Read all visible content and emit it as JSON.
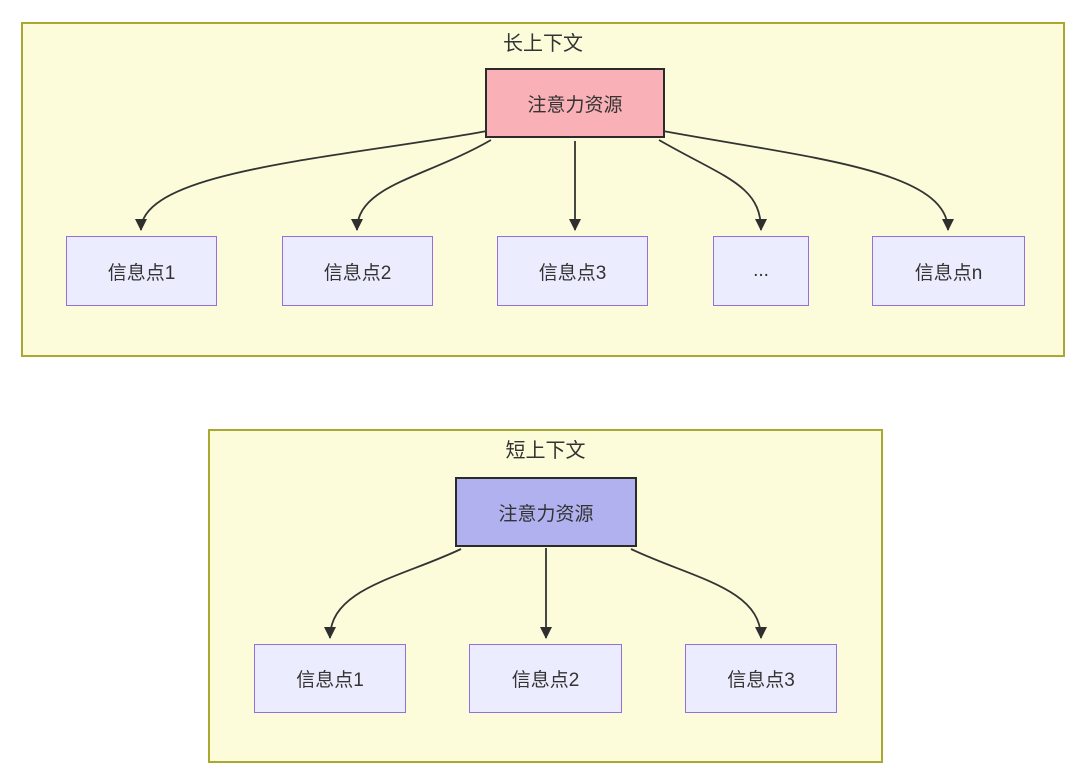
{
  "colors": {
    "container_fill": "#FCFCDB",
    "container_border": "#A9A931",
    "long_source_fill": "#F9B1B7",
    "short_source_fill": "#B1B1F0",
    "info_node_fill": "#ECECFF",
    "info_node_border": "#9370DB",
    "source_border": "#2B2B2B",
    "edge_line": "#333333",
    "text": "#333333"
  },
  "long_context": {
    "title": "长上下文",
    "source": {
      "label": "注意力资源"
    },
    "nodes": [
      {
        "label": "信息点1"
      },
      {
        "label": "信息点2"
      },
      {
        "label": "信息点3"
      },
      {
        "label": "..."
      },
      {
        "label": "信息点n"
      }
    ]
  },
  "short_context": {
    "title": "短上下文",
    "source": {
      "label": "注意力资源"
    },
    "nodes": [
      {
        "label": "信息点1"
      },
      {
        "label": "信息点2"
      },
      {
        "label": "信息点3"
      }
    ]
  }
}
